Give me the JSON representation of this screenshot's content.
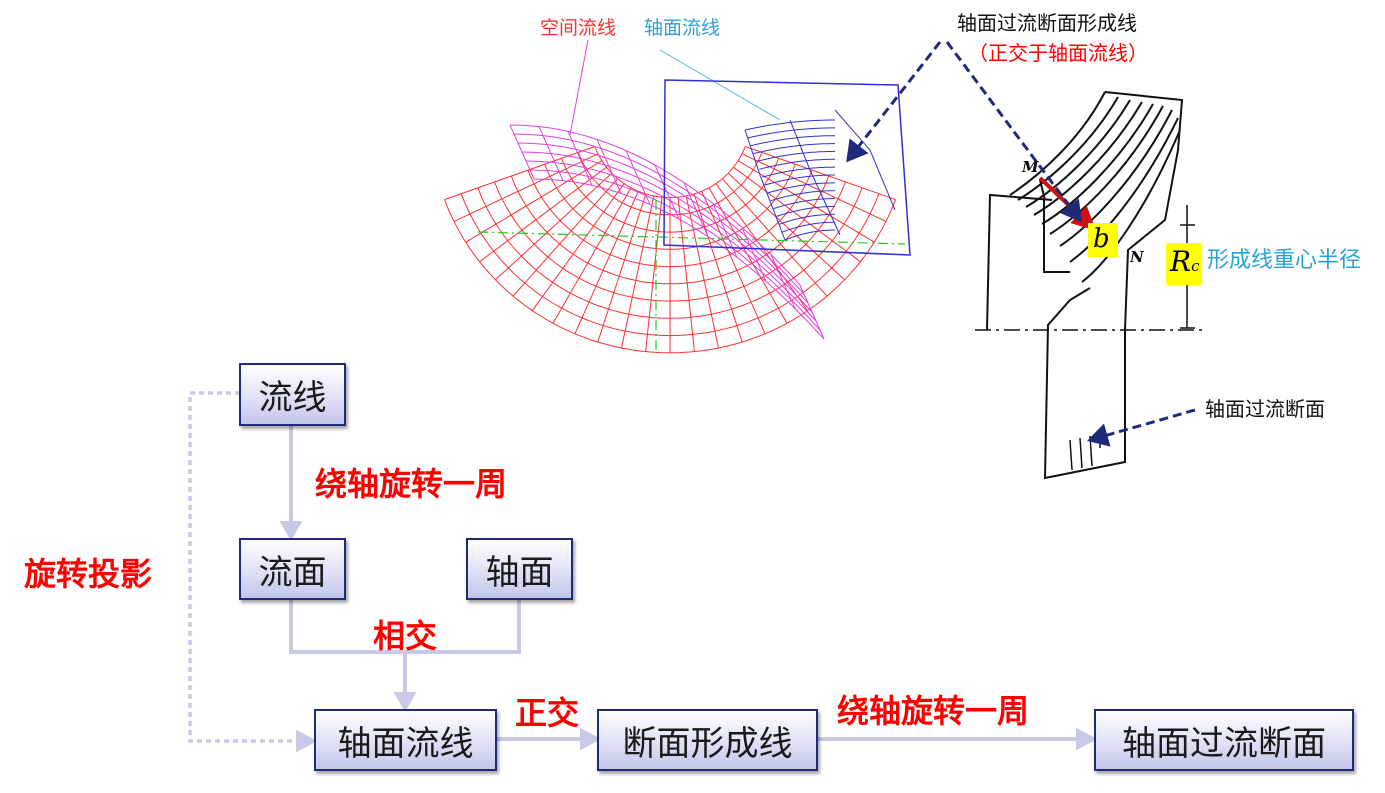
{
  "top_labels": {
    "space_streamline": "空间流线",
    "axial_streamline": "轴面流线"
  },
  "callouts": {
    "forming_line_title": "轴面过流断面形成线",
    "forming_line_note": "（正交于轴面流线）",
    "rc_label": "形成线重心半径",
    "axial_section": "轴面过流断面",
    "point_m": "M",
    "point_n": "N",
    "point_b": "b",
    "rc_symbol": "R",
    "rc_sub": "c"
  },
  "flow": {
    "streamline": "流线",
    "stream_surface": "流面",
    "axial_plane": "轴面",
    "axial_streamline": "轴面流线",
    "section_line": "断面形成线",
    "axial_section": "轴面过流断面",
    "rotate_once_1": "绕轴旋转一周",
    "intersect": "相交",
    "orthogonal": "正交",
    "rotate_once_2": "绕轴旋转一周",
    "rotation_projection": "旋转投影"
  },
  "colors": {
    "red_grid": "#ff3030",
    "pink": "#e040e0",
    "blue_grid": "#3030d0",
    "green": "#22cc22",
    "arrow_navy": "#1f2a7a",
    "flow_arrow": "#c8c9e6",
    "label_cyan": "#29a3d6"
  }
}
